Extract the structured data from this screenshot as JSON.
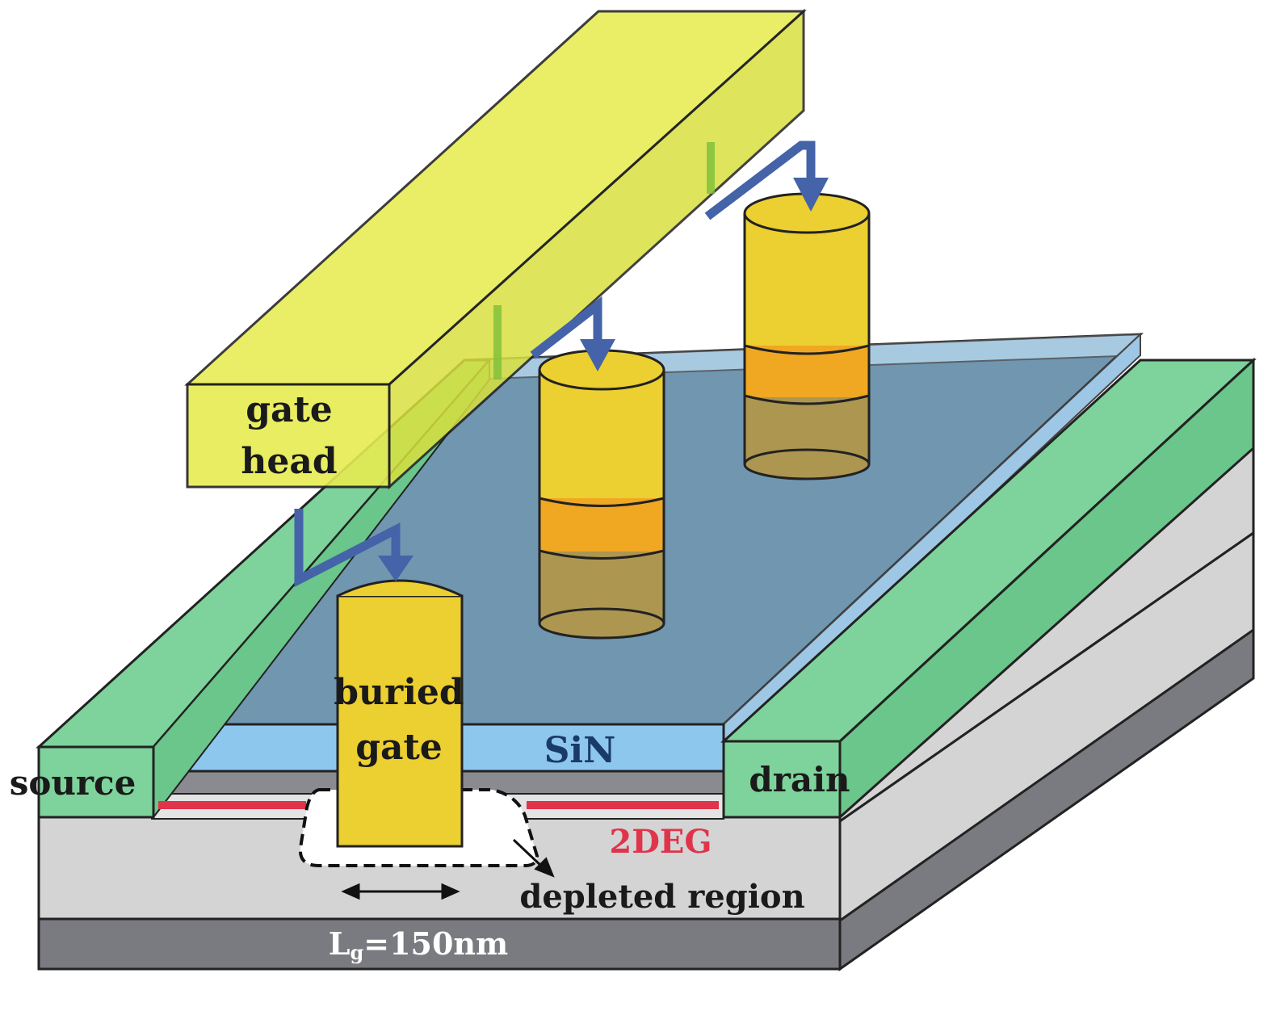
{
  "labels": {
    "gate_head_line1": "gate",
    "gate_head_line2": "head",
    "buried_gate_line1": "buried",
    "buried_gate_line2": "gate",
    "sin": "SiN",
    "source": "source",
    "drain": "drain",
    "twodeg": "2DEG",
    "depleted_region": "depleted region",
    "lg_main": "L",
    "lg_sub": "g",
    "lg_value": "=150nm"
  },
  "colors": {
    "gate_head": "#e6ec52",
    "contacts": "#7dd39b",
    "sin": "#8ec7ee",
    "sin_top": "#7096b0",
    "pillar_gold": "#eccf30",
    "pillar_orange": "#f0a722",
    "pillar_base": "#ad9650",
    "substrate": "#d4d4d4",
    "substrate_dark": "#7a7b80",
    "twodeg": "#e0344a",
    "arrow_blue": "#4463a8"
  }
}
